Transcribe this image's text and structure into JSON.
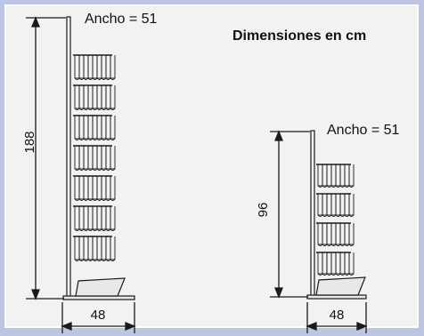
{
  "title": "Dimensiones en cm",
  "tall": {
    "width_text": "Ancho = 51",
    "height_value": "188",
    "base_value": "48"
  },
  "short": {
    "width_text": "Ancho = 51",
    "height_value": "96",
    "base_value": "48"
  },
  "colors": {
    "frame": "#c7cfe8",
    "panel": "#f2f2f0",
    "line": "#1b1b1b"
  }
}
